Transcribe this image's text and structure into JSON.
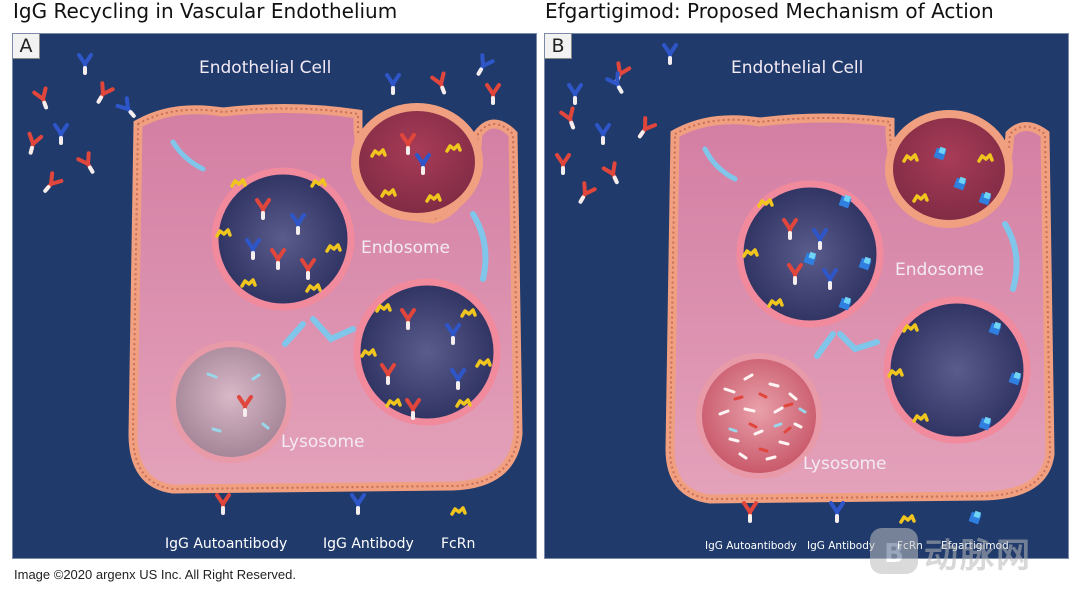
{
  "panels": [
    {
      "title": "IgG Recycling in Vascular Endothelium",
      "letter": "A",
      "labels": {
        "cell": "Endothelial Cell",
        "endosome": "Endosome",
        "lysosome": "Lysosome"
      },
      "legend": [
        "IgG Autoantibody",
        "IgG Antibody",
        "FcRn"
      ]
    },
    {
      "title": "Efgartigimod: Proposed Mechanism of Action",
      "letter": "B",
      "labels": {
        "cell": "Endothelial Cell",
        "endosome": "Endosome",
        "lysosome": "Lysosome"
      },
      "legend": [
        "IgG Autoantibody",
        "IgG Antibody",
        "FcRn",
        "Efgartigimod"
      ]
    }
  ],
  "footer": "Image ©2020 argenx US Inc. All Right Reserved.",
  "watermark": "动脉网",
  "icons": {
    "autoantibody": "red-y-antibody-icon",
    "antibody": "blue-y-antibody-icon",
    "fcrn": "yellow-fcrn-icon",
    "efgartigimod": "cyan-blue-efgartigimod-icon"
  },
  "colors": {
    "background": "#1f3a6b",
    "autoantibody": "#e0463c",
    "antibody": "#2f56c8",
    "fcrn": "#f0c61e",
    "efgartigimod": "#2fa7e6",
    "cell_membrane": "#f0a080",
    "cell_interior": "#d889a8"
  }
}
